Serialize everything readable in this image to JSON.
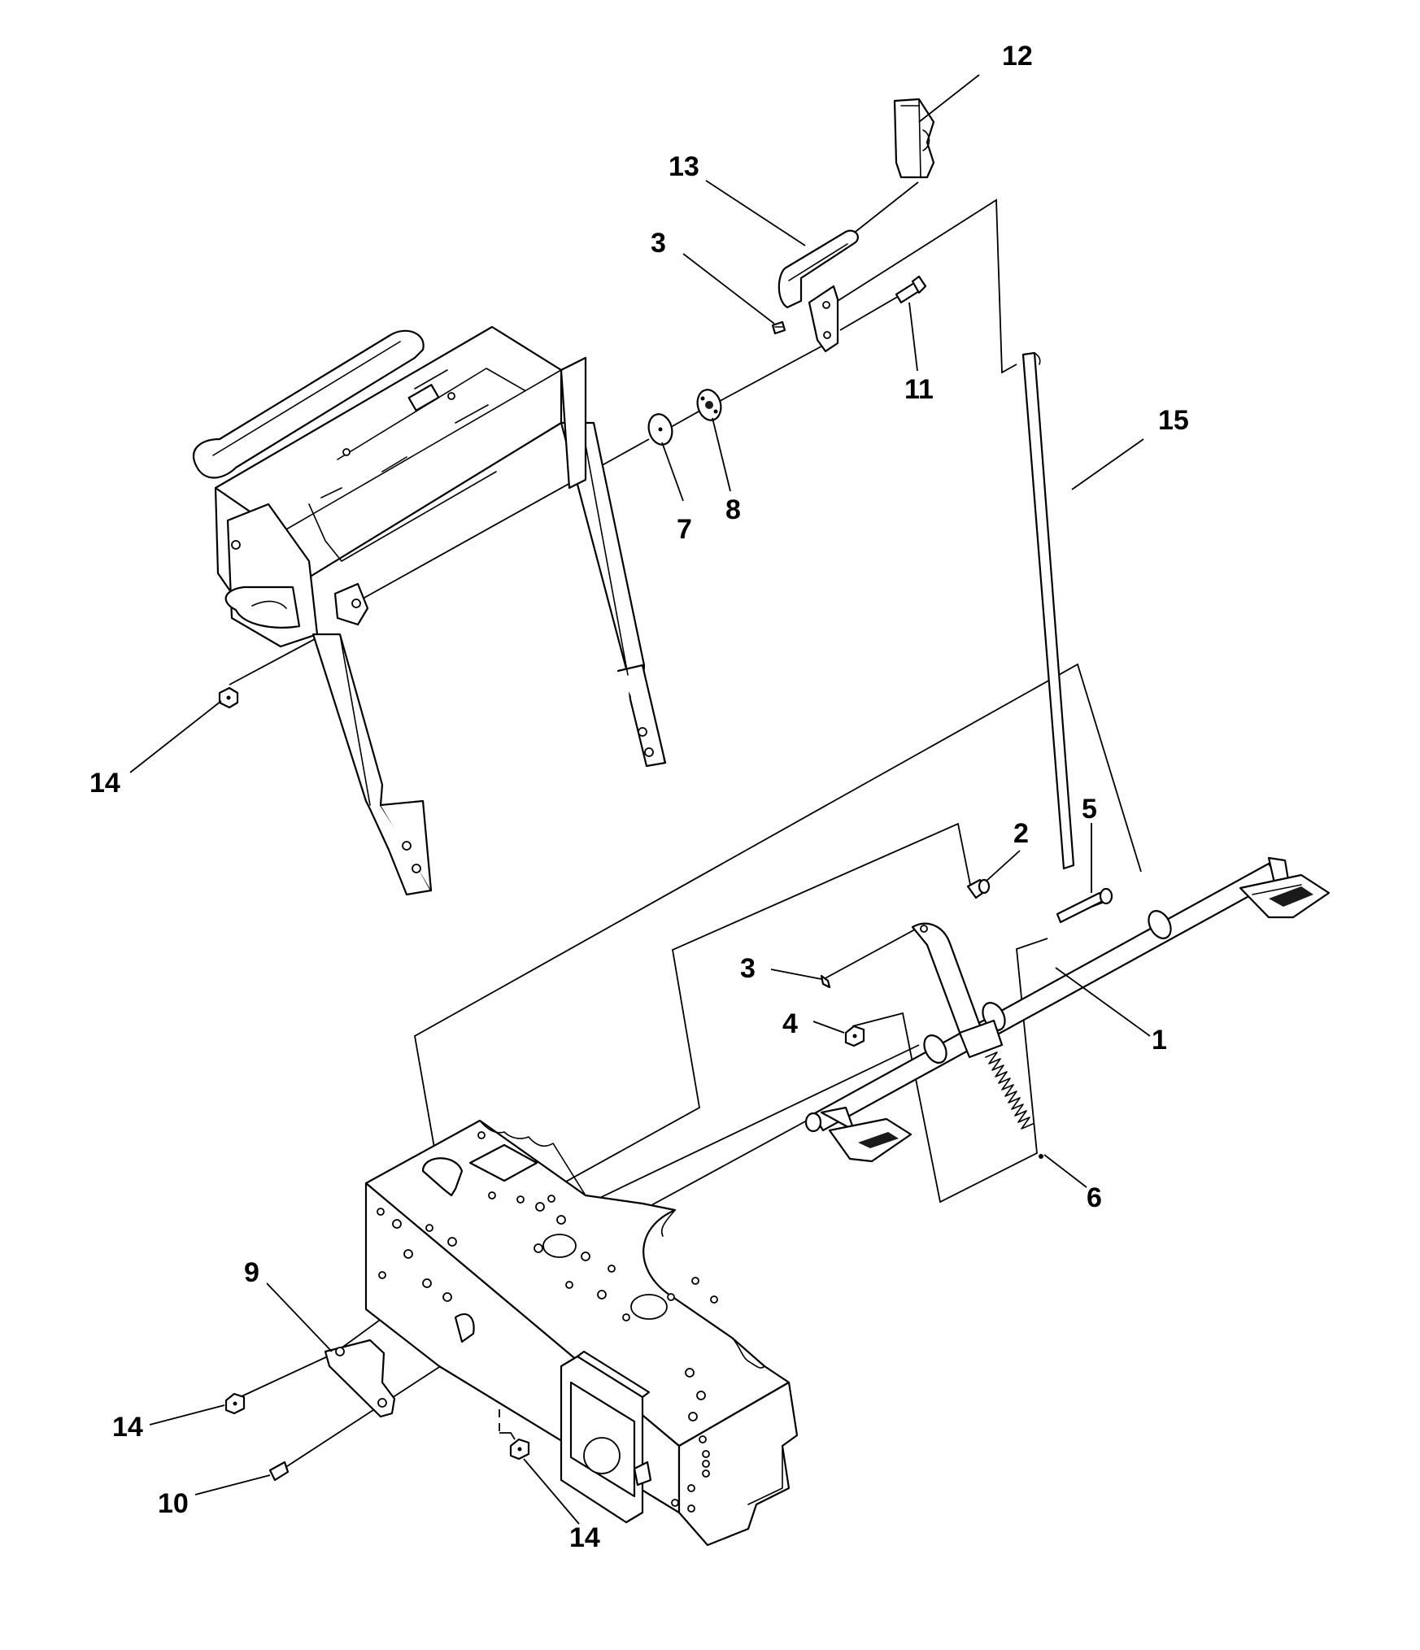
{
  "diagram": {
    "callouts": [
      {
        "id": "c1",
        "label": "1"
      },
      {
        "id": "c2",
        "label": "2"
      },
      {
        "id": "c3a",
        "label": "3"
      },
      {
        "id": "c3b",
        "label": "3"
      },
      {
        "id": "c4",
        "label": "4"
      },
      {
        "id": "c5",
        "label": "5"
      },
      {
        "id": "c6",
        "label": "6"
      },
      {
        "id": "c7",
        "label": "7"
      },
      {
        "id": "c8",
        "label": "8"
      },
      {
        "id": "c9",
        "label": "9"
      },
      {
        "id": "c10",
        "label": "10"
      },
      {
        "id": "c11",
        "label": "11"
      },
      {
        "id": "c12",
        "label": "12"
      },
      {
        "id": "c13",
        "label": "13"
      },
      {
        "id": "c14a",
        "label": "14"
      },
      {
        "id": "c14b",
        "label": "14"
      },
      {
        "id": "c14c",
        "label": "14"
      },
      {
        "id": "c15",
        "label": "15"
      }
    ]
  }
}
